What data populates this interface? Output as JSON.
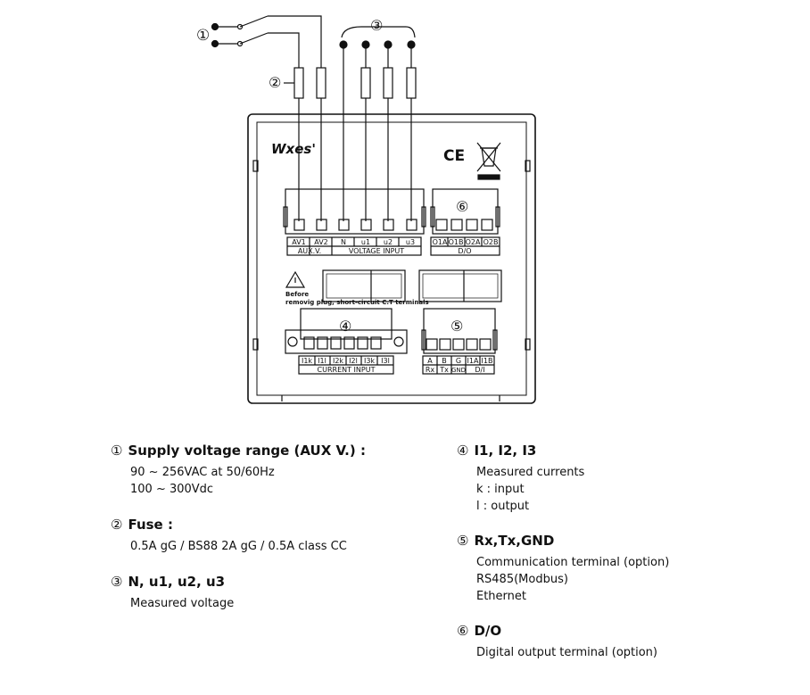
{
  "diagram": {
    "circled_numbers": [
      "①",
      "②",
      "③",
      "④",
      "⑤",
      "⑥"
    ],
    "brand": "Wxes'",
    "ce_mark": "CE",
    "voltage_terminals": [
      "AV1",
      "AV2",
      "N",
      "u1",
      "u2",
      "u3"
    ],
    "voltage_groups": [
      "AUX.V.",
      "VOLTAGE INPUT"
    ],
    "do_terminals": [
      "O1A",
      "O1B",
      "O2A",
      "O2B"
    ],
    "do_group": "D/O",
    "warning_line1": "Before",
    "warning_line2": "removig plug, short-circuit C.T terminals",
    "current_terminals": [
      "I1k",
      "I1l",
      "I2k",
      "I2l",
      "I3k",
      "I3l"
    ],
    "current_group": "CURRENT INPUT",
    "comm_terminals": [
      "A",
      "B",
      "G",
      "I1A",
      "I1B"
    ],
    "comm_subs": [
      "Rx",
      "Tx",
      "GND",
      "D/I"
    ]
  },
  "legend": [
    {
      "num": "①",
      "title": "Supply voltage range (AUX V.) :",
      "lines": [
        "90 ~ 256VAC at 50/60Hz",
        "100 ~ 300Vdc"
      ]
    },
    {
      "num": "②",
      "title": "Fuse :",
      "lines": [
        "0.5A gG / BS88 2A gG / 0.5A class CC"
      ]
    },
    {
      "num": "③",
      "title": "N, u1, u2, u3",
      "lines": [
        "Measured voltage"
      ]
    },
    {
      "num": "④",
      "title": "I1, I2, I3",
      "lines": [
        "Measured currents",
        "k : input",
        "l : output"
      ]
    },
    {
      "num": "⑤",
      "title": "Rx,Tx,GND",
      "lines": [
        "Communication terminal (option)",
        "RS485(Modbus)",
        "Ethernet"
      ]
    },
    {
      "num": "⑥",
      "title": "D/O",
      "lines": [
        "Digital output terminal (option)"
      ]
    }
  ]
}
